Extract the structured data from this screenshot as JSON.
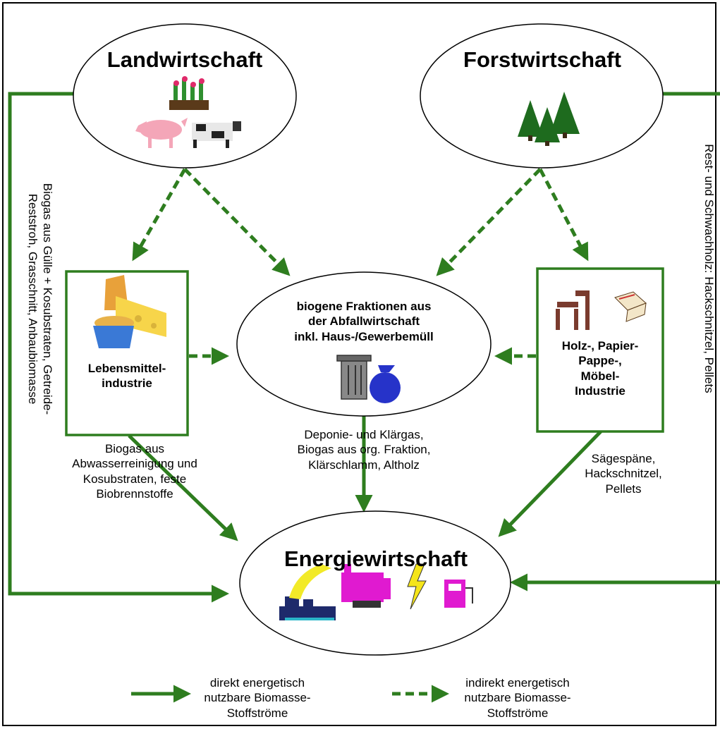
{
  "nodes": {
    "landwirtschaft": "Landwirtschaft",
    "forstwirtschaft": "Forstwirtschaft",
    "abfall": [
      "biogene Fraktionen aus",
      "der Abfallwirtschaft",
      "inkl. Haus-/Gewerbemüll"
    ],
    "lebensmittel": [
      "Lebensmittel-",
      "industrie"
    ],
    "holz": [
      "Holz-, Papier-",
      "Pappe-,",
      "Möbel-",
      "Industrie"
    ],
    "energie": "Energiewirtschaft"
  },
  "flows": {
    "left_vertical": [
      "Biogas aus Gülle + Kosubstraten, Getreide-",
      "Reststroh, Grasschnitt, Anbaubiomasse"
    ],
    "right_vertical": "Rest- und Schwachholz: Hackschnitzel, Pellets",
    "lebensmittel_to_energie": [
      "Biogas aus",
      "Abwasserreinigung und",
      "Kosubstraten, feste",
      "Biobrennstoffe"
    ],
    "abfall_to_energie": [
      "Deponie- und Klärgas,",
      "Biogas aus org. Fraktion,",
      "Klärschlamm, Altholz"
    ],
    "holz_to_energie": [
      "Sägespäne,",
      "Hackschnitzel,",
      "Pellets"
    ]
  },
  "legend": {
    "direct": [
      "direkt energetisch",
      "nutzbare Biomasse-",
      "Stoffströme"
    ],
    "indirect": [
      "indirekt energetisch",
      "nutzbare Biomasse-",
      "Stoffströme"
    ]
  },
  "colors": {
    "arrow": "#2E7D1F",
    "stroke": "#000000"
  }
}
